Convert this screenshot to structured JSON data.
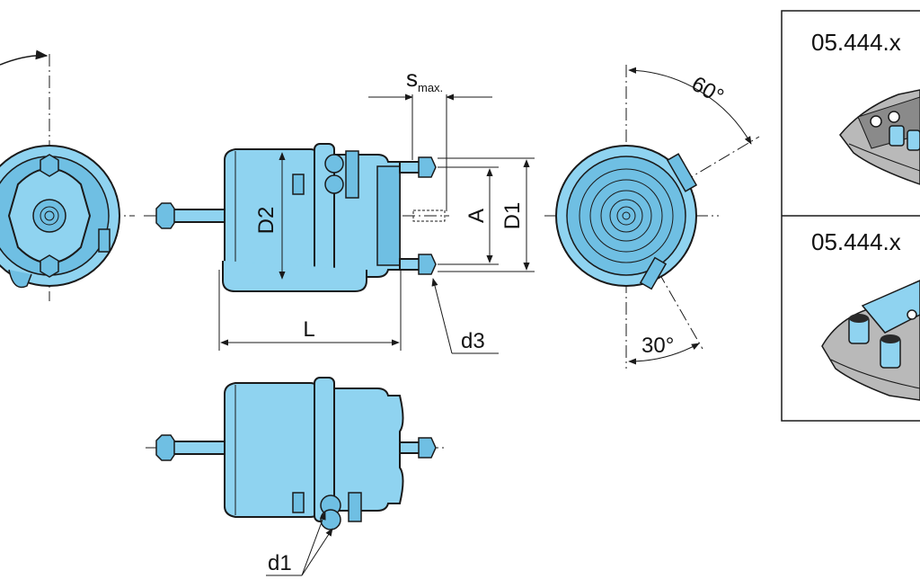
{
  "colors": {
    "body": "#8fd3f0",
    "body_dark": "#6fbfe3",
    "outline": "#1a1a1a",
    "background": "#ffffff"
  },
  "dimensions": {
    "smax_main": "s",
    "smax_sub": "max.",
    "D2": "D2",
    "A": "A",
    "D1": "D1",
    "L": "L",
    "d3": "d3",
    "d1": "d1",
    "angle_60": "60°",
    "angle_30": "30°"
  },
  "variants": {
    "top_code": "05.444.x",
    "bottom_code": "05.444.x"
  }
}
